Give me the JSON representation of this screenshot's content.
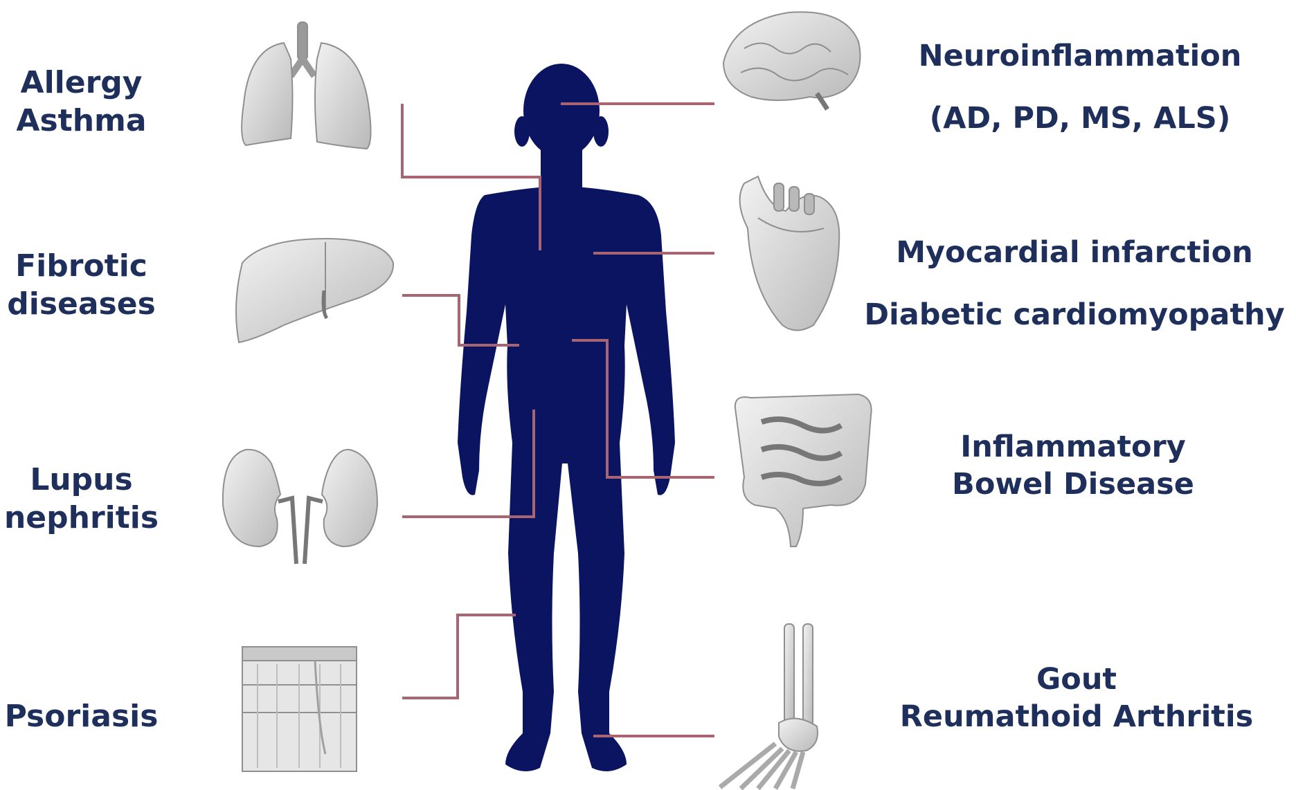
{
  "colors": {
    "body_silhouette": "#0b1460",
    "label_text": "#1f2f5c",
    "connector_line": "#a86470",
    "organ_fill": "#d6d6d6",
    "organ_stroke": "#8f8f8f"
  },
  "left_labels": {
    "allergy": {
      "line1": "Allergy",
      "line2": "Asthma",
      "icon": "lungs-icon"
    },
    "fibrotic": {
      "line1": "Fibrotic",
      "line2": "diseases",
      "icon": "liver-icon"
    },
    "lupus": {
      "line1": "Lupus",
      "line2": "nephritis",
      "icon": "kidneys-icon"
    },
    "psoriasis": {
      "line1": "Psoriasis",
      "icon": "skin-icon"
    }
  },
  "right_labels": {
    "neuro": {
      "line1": "Neuroinflammation",
      "line2": "(AD, PD, MS, ALS)",
      "icon": "brain-icon"
    },
    "cardio": {
      "line1": "Myocardial infarction",
      "line2": "Diabetic cardiomyopathy",
      "icon": "heart-icon"
    },
    "ibd": {
      "line1": "Inflammatory",
      "line2": "Bowel Disease",
      "icon": "intestine-icon"
    },
    "gout": {
      "line1": "Gout",
      "line2": "Reumathoid Arthritis",
      "icon": "foot-bones-icon"
    }
  }
}
